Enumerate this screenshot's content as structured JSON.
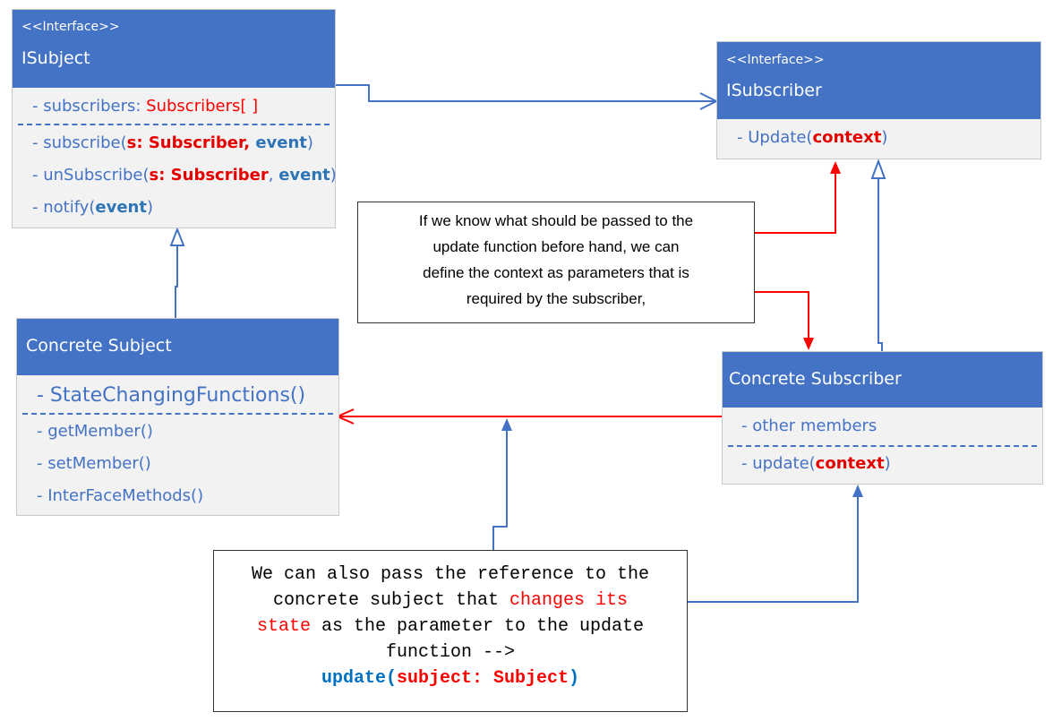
{
  "isubject": {
    "stereotype": "<<Interface>>",
    "title": "ISubject",
    "attr_prefix": "- subscribers: ",
    "attr_type": "Subscribers[ ]",
    "m1_a": "- subscribe(",
    "m1_b": "s: Subscriber,",
    "m1_c": " event",
    "m1_d": ")",
    "m2_a": "- unSubscribe(",
    "m2_b": "s: Subscriber",
    "m2_c": ", ",
    "m2_d": "event",
    "m2_e": ")",
    "m3_a": "- notify(",
    "m3_b": "event",
    "m3_c": ")"
  },
  "isubscriber": {
    "stereotype": "<<Interface>>",
    "title": "ISubscriber",
    "m1_a": "- Update(",
    "m1_b": "context",
    "m1_c": ")"
  },
  "concrete_subject": {
    "title": "Concrete Subject",
    "attr": "- StateChangingFunctions()",
    "m1": "- getMember()",
    "m2": "- setMember()",
    "m3": "- InterFaceMethods()"
  },
  "concrete_subscriber": {
    "title": "Concrete Subscriber",
    "attr": "- other members",
    "m1_a": "- update(",
    "m1_b": "context",
    "m1_c": ")"
  },
  "note_context": {
    "line1": "If we know what should be passed to the",
    "line2": "update function before hand, we can",
    "line3": "define the context as parameters that is",
    "line4": "required by the subscriber,"
  },
  "note_subject": {
    "line1": "We can also pass the reference to the",
    "line2_a": "concrete subject that ",
    "line2_b": "changes its",
    "line3_a": "state",
    "line3_b": " as the parameter to the update",
    "line4": "function -->",
    "line5_a": "update(",
    "line5_b": "subject: Subject",
    "line5_c": ")"
  },
  "colors": {
    "header": "#4472c4",
    "body": "#f2f2f2",
    "member_text": "#4472c4",
    "highlight": "#ff0000",
    "arrow_blue": "#4472c4",
    "arrow_red": "#ff0000"
  }
}
